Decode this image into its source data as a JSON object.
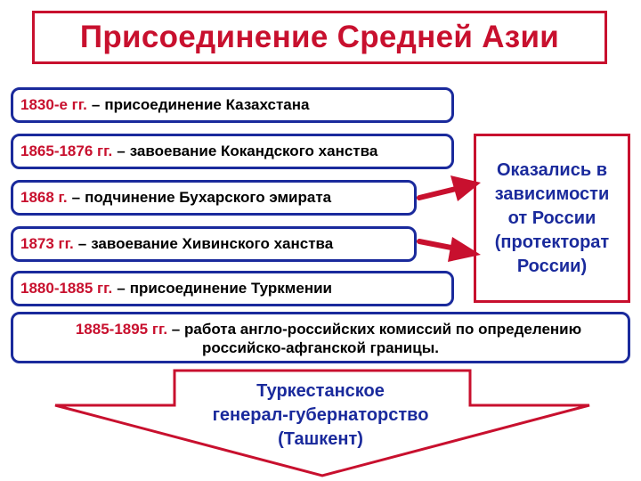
{
  "title": "Присоединение Средней Азии",
  "events": [
    {
      "years": "1830-е гг.",
      "dash": "–",
      "text": "присоединение Казахстана"
    },
    {
      "years": "1865-1876 гг.",
      "dash": "–",
      "text": "завоевание Кокандского ханства"
    },
    {
      "years": "1868 г.",
      "dash": "–",
      "text": "подчинение Бухарского эмирата"
    },
    {
      "years": "1873 гг.",
      "dash": "–",
      "text": "завоевание Хивинского ханства"
    },
    {
      "years": "1880-1885 гг.",
      "dash": "–",
      "text": "присоединение Туркмении"
    }
  ],
  "commission": {
    "years": "1885-1895 гг.",
    "dash": "–",
    "text_line1": "работа англо-российских комиссий по определению",
    "text_line2": "российско-афганской границы."
  },
  "dependency": {
    "lines": [
      "Оказались в",
      "зависимости",
      "от России",
      "(протекторат",
      "России)"
    ]
  },
  "result": {
    "lines": [
      "Туркестанское",
      "генерал-губернаторство",
      "(Ташкент)"
    ]
  },
  "colors": {
    "accent_red": "#c8102e",
    "border_blue": "#1a2a9c"
  }
}
